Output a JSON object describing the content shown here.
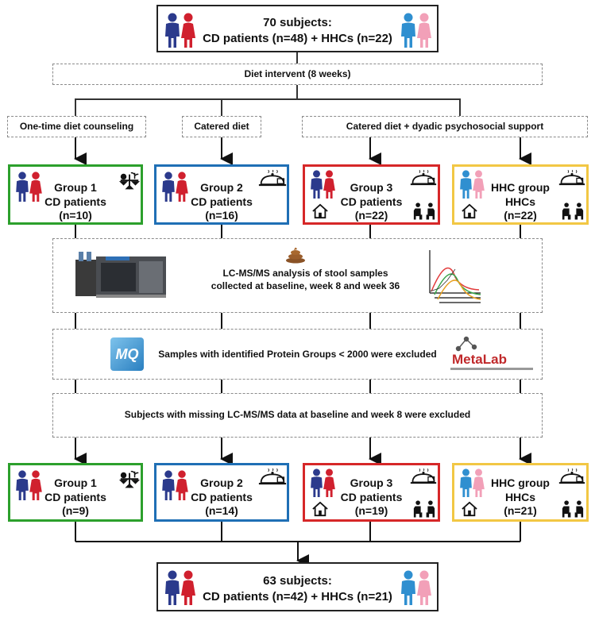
{
  "top_box": {
    "line1": "70 subjects:",
    "line2": "CD patients (n=48) + HHCs (n=22)"
  },
  "diet_intervention": "Diet intervent (8 weeks)",
  "arms": {
    "arm1": "One-time diet counseling",
    "arm2": "Catered diet",
    "arm3": "Catered diet + dyadic psychosocial support"
  },
  "groups_initial": [
    {
      "title": "Group 1",
      "subtitle": "CD patients",
      "n": "(n=10)"
    },
    {
      "title": "Group 2",
      "subtitle": "CD patients",
      "n": "(n=16)"
    },
    {
      "title": "Group 3",
      "subtitle": "CD patients",
      "n": "(n=22)"
    },
    {
      "title": "HHC group",
      "subtitle": "HHCs",
      "n": "(n=22)"
    }
  ],
  "lcms": {
    "line1": "LC-MS/MS analysis of stool samples",
    "line2": "collected at baseline, week 8 and week 36"
  },
  "exclusion1": "Samples with identified Protein Groups < 2000 were excluded",
  "mq_logo": "MQ",
  "metalab_logo": "MetaLab",
  "exclusion2": "Subjects with missing LC-MS/MS data at baseline and week 8 were excluded",
  "groups_final": [
    {
      "title": "Group 1",
      "subtitle": "CD patients",
      "n": "(n=9)"
    },
    {
      "title": "Group 2",
      "subtitle": "CD patients",
      "n": "(n=14)"
    },
    {
      "title": "Group 3",
      "subtitle": "CD patients",
      "n": "(n=19)"
    },
    {
      "title": "HHC group",
      "subtitle": "HHCs",
      "n": "(n=21)"
    }
  ],
  "bottom_box": {
    "line1": "63 subjects:",
    "line2": "CD patients (n=42) + HHCs (n=21)"
  },
  "colors": {
    "group1": "#2ca02c",
    "group2": "#1f6fb5",
    "group3": "#d62728",
    "hhc": "#f2c744",
    "patient_blue": "#2b3a8c",
    "patient_red": "#d0202e",
    "hhc_blue": "#2f8fd0",
    "hhc_pink": "#f2a0b8"
  },
  "icons": {
    "patients": "patients-couple-icon",
    "hhcs": "hhc-couple-icon",
    "counseling": "diet-counseling-scale-icon",
    "catered": "catered-food-tray-icon",
    "home": "house-icon",
    "support": "psychosocial-support-icon",
    "stool": "stool-sample-icon",
    "instrument": "lcms-instrument-icon",
    "spectra": "chromatogram-icon"
  }
}
